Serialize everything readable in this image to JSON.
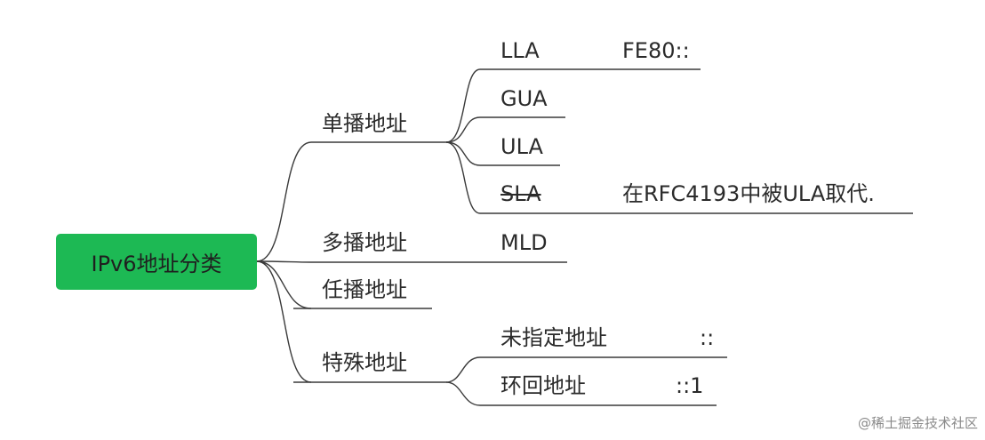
{
  "root": {
    "label": "IPv6地址分类",
    "color": "#1db954"
  },
  "branches": [
    {
      "label": "单播地址",
      "children": [
        {
          "label": "LLA",
          "note": "FE80::",
          "strikethrough": false
        },
        {
          "label": "GUA",
          "note": "",
          "strikethrough": false
        },
        {
          "label": "ULA",
          "note": "",
          "strikethrough": false
        },
        {
          "label": "SLA",
          "note": "在RFC4193中被ULA取代.",
          "strikethrough": true
        }
      ]
    },
    {
      "label": "多播地址",
      "children": [
        {
          "label": "MLD",
          "note": "",
          "strikethrough": false
        }
      ]
    },
    {
      "label": "任播地址",
      "children": []
    },
    {
      "label": "特殊地址",
      "children": [
        {
          "label": "未指定地址",
          "note": "::",
          "strikethrough": false
        },
        {
          "label": "环回地址",
          "note": "::1",
          "strikethrough": false
        }
      ]
    }
  ],
  "watermark": "@稀土掘金技术社区"
}
